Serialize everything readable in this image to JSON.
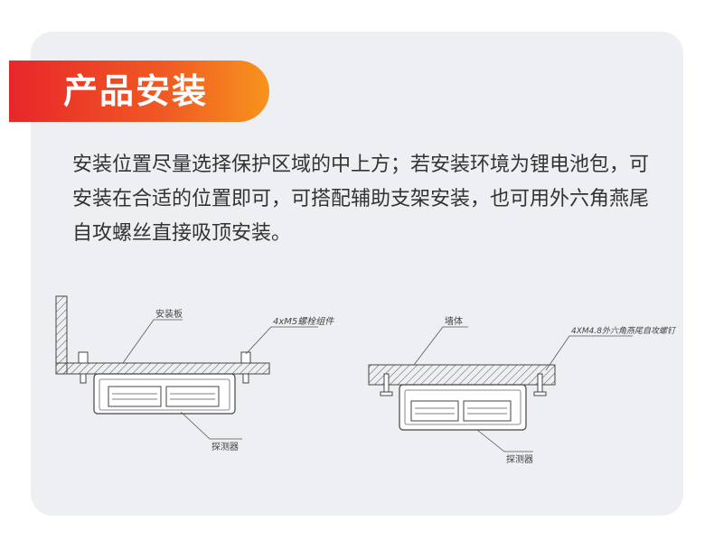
{
  "section": {
    "title": "产品安装",
    "description": "安装位置尽量选择保护区域的中上方；若安装环境为锂电池包，可安装在合适的位置即可，可搭配辅助支架安装，也可用外六角燕尾自攻螺丝直接吸顶安装。"
  },
  "diagram_left": {
    "label_plate": "安装板",
    "label_bolt": "4xM5螺栓组件",
    "label_device": "探测器"
  },
  "diagram_right": {
    "label_wall": "墙体",
    "label_screw": "4XM4.8外六角燕尾自攻螺钉",
    "label_device": "探测器"
  },
  "colors": {
    "accent_start": "#e8262a",
    "accent_end": "#f7941d",
    "card_bg": "#eeeff3"
  }
}
